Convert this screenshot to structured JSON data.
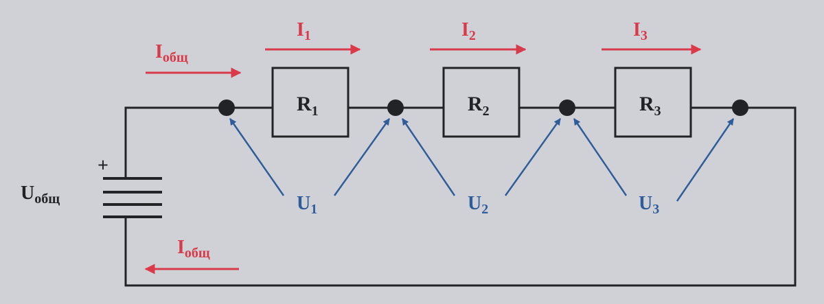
{
  "colors": {
    "background": "#cfd1d6",
    "wire": "#222326",
    "current": "#d83a4a",
    "voltage": "#2f5d9c"
  },
  "battery": {
    "voltage_label": "U",
    "voltage_sub": "общ",
    "plus_sign": "+"
  },
  "resistors": [
    {
      "main": "R",
      "sub": "1"
    },
    {
      "main": "R",
      "sub": "2"
    },
    {
      "main": "R",
      "sub": "3"
    }
  ],
  "currents": {
    "total_top": {
      "main": "I",
      "sub": "общ"
    },
    "total_bottom": {
      "main": "I",
      "sub": "общ"
    },
    "branch": [
      {
        "main": "I",
        "sub": "1"
      },
      {
        "main": "I",
        "sub": "2"
      },
      {
        "main": "I",
        "sub": "3"
      }
    ]
  },
  "voltages": [
    {
      "main": "U",
      "sub": "1"
    },
    {
      "main": "U",
      "sub": "2"
    },
    {
      "main": "U",
      "sub": "3"
    }
  ]
}
